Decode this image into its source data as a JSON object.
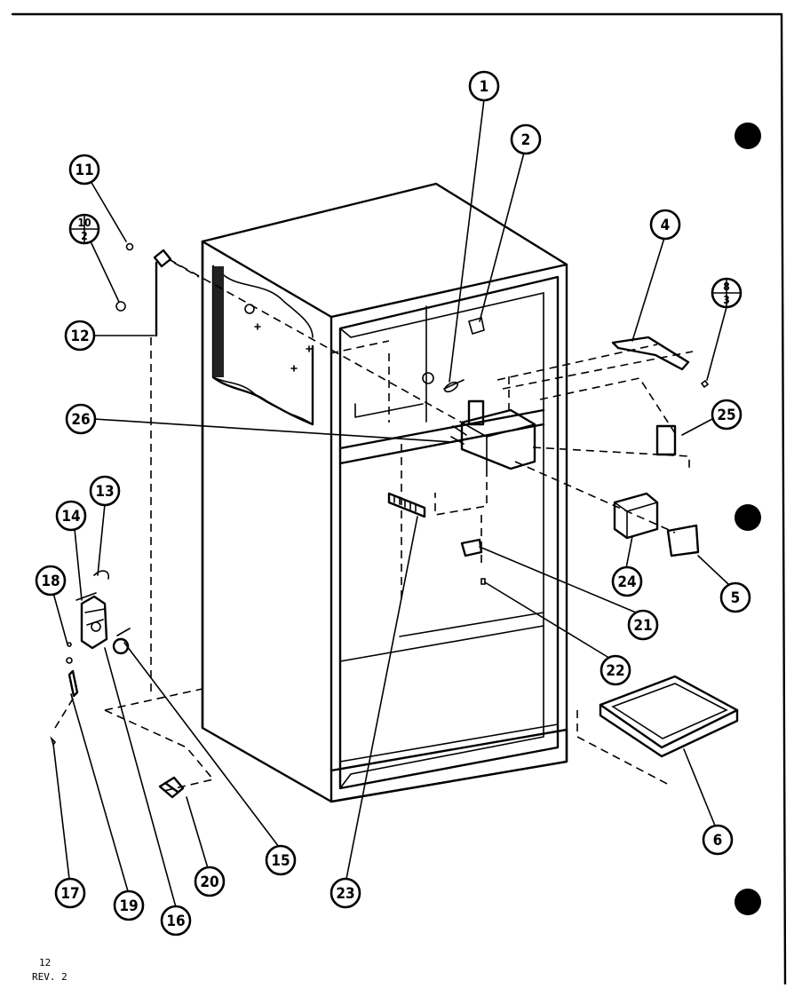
{
  "callouts": [
    {
      "label": "1"
    },
    {
      "label": "2"
    },
    {
      "label": "4"
    },
    {
      "label": "5"
    },
    {
      "label": "6"
    },
    {
      "label": "11"
    },
    {
      "label": "12"
    },
    {
      "label": "13"
    },
    {
      "label": "14"
    },
    {
      "label": "15"
    },
    {
      "label": "16"
    },
    {
      "label": "17"
    },
    {
      "label": "18"
    },
    {
      "label": "19"
    },
    {
      "label": "20"
    },
    {
      "label": "21"
    },
    {
      "label": "22"
    },
    {
      "label": "23"
    },
    {
      "label": "24"
    },
    {
      "label": "25"
    },
    {
      "label": "26"
    }
  ],
  "fraction_callouts": [
    {
      "top": "10",
      "bottom": "2"
    },
    {
      "top": "8",
      "bottom": "3"
    }
  ],
  "footer": {
    "page": "12",
    "rev": "REV. 2"
  }
}
